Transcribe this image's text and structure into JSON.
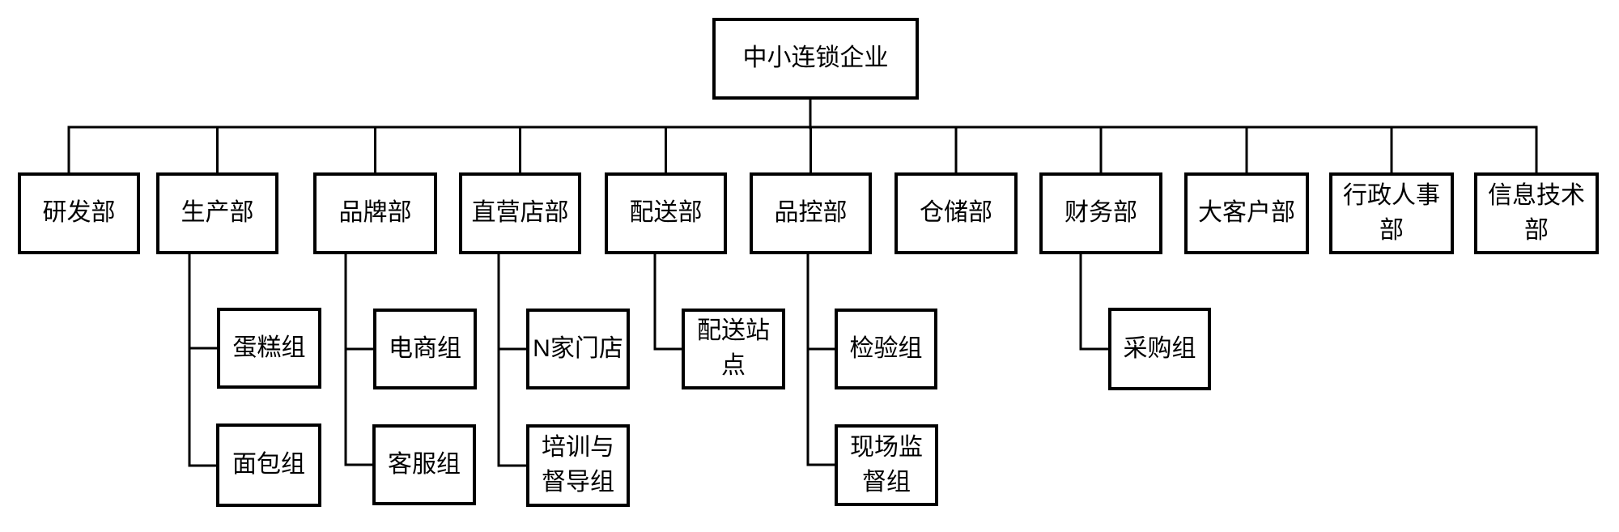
{
  "diagram": {
    "type": "org-chart",
    "root": {
      "label": "中小连锁企业"
    },
    "departments": [
      {
        "label": "研发部",
        "children": []
      },
      {
        "label": "生产部",
        "children": [
          "蛋糕组",
          "面包组"
        ]
      },
      {
        "label": "品牌部",
        "children": [
          "电商组",
          "客服组"
        ]
      },
      {
        "label": "直营店部",
        "children": [
          "N家门店",
          "培训与\n督导组"
        ]
      },
      {
        "label": "配送部",
        "children": [
          "配送站\n点"
        ]
      },
      {
        "label": "品控部",
        "children": [
          "检验组",
          "现场监\n督组"
        ]
      },
      {
        "label": "仓储部",
        "children": []
      },
      {
        "label": "财务部",
        "children": [
          "采购组"
        ]
      },
      {
        "label": "大客户部",
        "children": []
      },
      {
        "label": "行政人事\n部",
        "children": []
      },
      {
        "label": "信息技术\n部",
        "children": []
      }
    ],
    "colors": {
      "background": "#ffffff",
      "box_fill": "#ffffff",
      "box_border": "#000000",
      "line": "#000000",
      "text": "#000000"
    }
  }
}
